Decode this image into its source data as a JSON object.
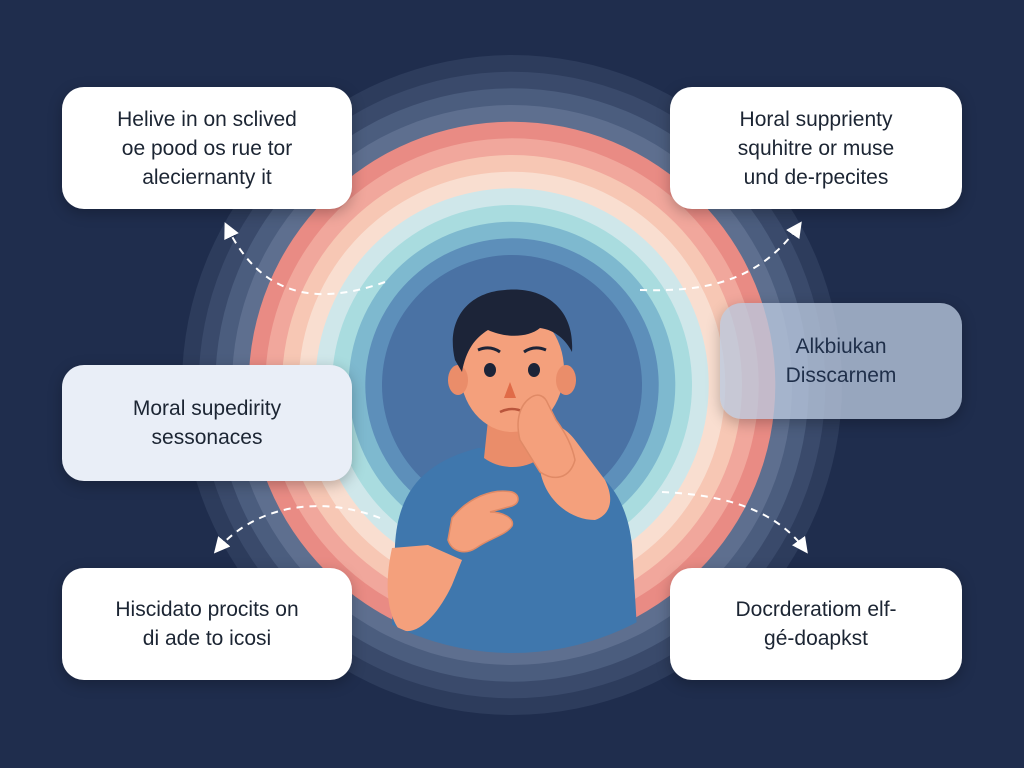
{
  "colors": {
    "background": "#1f2d4d",
    "rings": [
      "#2d3c5c",
      "#3a4a6b",
      "#4b5d7e",
      "#5e6f8f",
      "#e98b84",
      "#f1a79c",
      "#f7c7b4",
      "#f9ded0",
      "#cfe7ea",
      "#a9dcdf",
      "#7eb9cf",
      "#5d8fba",
      "#4a72a4"
    ],
    "skin": "#f4a07c",
    "shirt": "#3f77ad",
    "hair": "#1c2438",
    "arrow": "#ffffff"
  },
  "cards": {
    "top_left": {
      "lines": [
        "Helive in on sclived",
        "oe pood os rue tor",
        "aleciernanty it"
      ]
    },
    "top_right": {
      "lines": [
        "Horal supprienty",
        "squhitre or muse",
        "und de-rpecites"
      ]
    },
    "mid_left": {
      "lines": [
        "Moral supedirity",
        "sessonaces"
      ]
    },
    "mid_right": {
      "lines": [
        "Alkbiukan",
        "Disscarnem"
      ]
    },
    "bottom_left": {
      "lines": [
        "Hiscidato procits on",
        "di ade to icosi"
      ]
    },
    "bottom_right": {
      "lines": [
        "Docrderatiom elf-",
        "gé-doapkst"
      ]
    }
  },
  "figure": {
    "icon": "distressed-person-icon"
  }
}
